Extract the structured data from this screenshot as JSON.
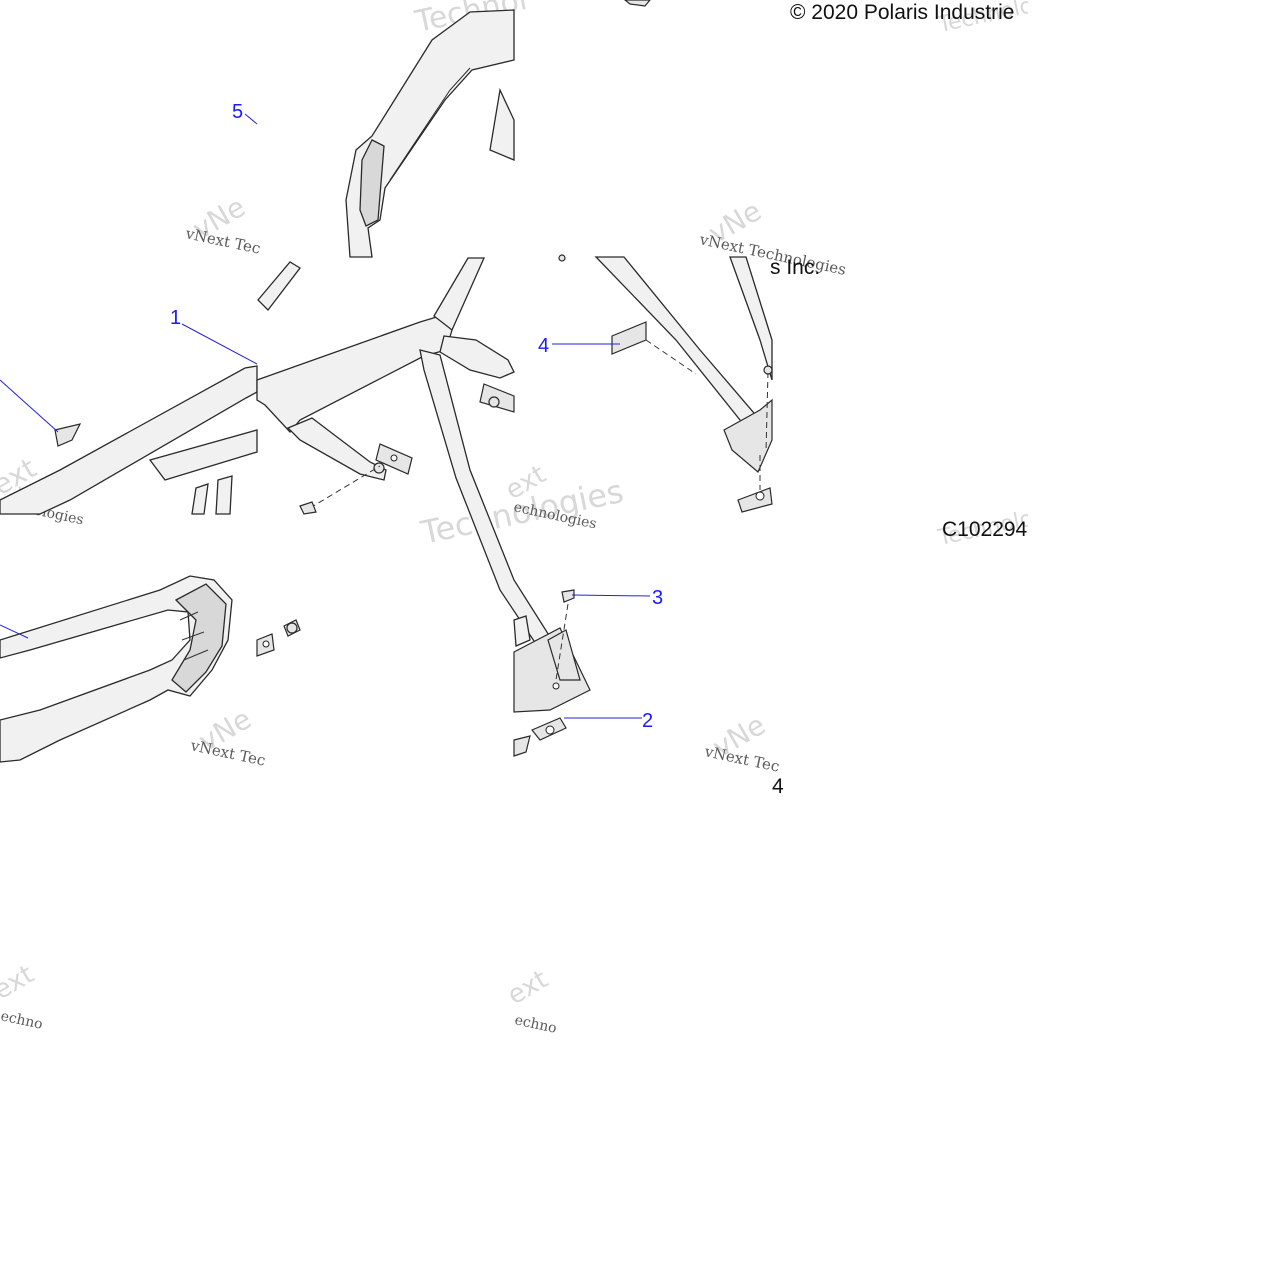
{
  "copyright": "© 2020 Polaris Industrie",
  "copyright_fragment": "s Inc.",
  "diagram_code": "C102294",
  "code_fragment": "4",
  "watermark": {
    "line1": "vNext Tec",
    "line2": "vNext Technologies",
    "line3": "Technologies",
    "line4": "Technol",
    "line5": "echnologies",
    "line6": "ext",
    "line7": "echno"
  },
  "callouts": [
    {
      "label": "5"
    },
    {
      "label": "1"
    },
    {
      "label": "4"
    },
    {
      "label": "3"
    },
    {
      "label": "2"
    }
  ]
}
